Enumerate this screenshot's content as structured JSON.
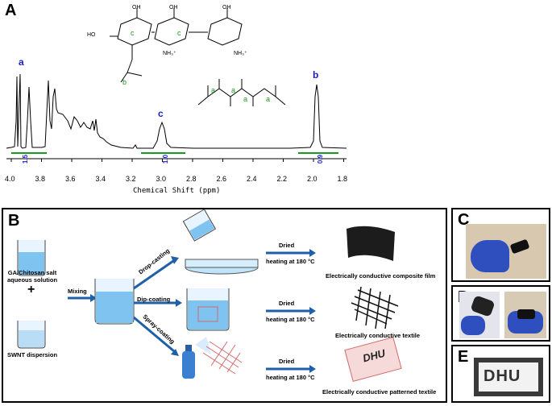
{
  "panelA": {
    "letter": "A",
    "xlabel": "Chemical Shift (ppm)",
    "ticks": [
      "4.0",
      "3.8",
      "3.6",
      "3.4",
      "3.2",
      "3.0",
      "2.8",
      "2.6",
      "2.4",
      "2.2",
      "2.0",
      "1.8"
    ],
    "peak_labels": {
      "a": "a",
      "b": "b",
      "c": "c"
    },
    "integrals": [
      "1.5",
      "1.0",
      "0.9"
    ],
    "struct_labels": {
      "c1": "c",
      "c2": "c",
      "b": "b",
      "a1": "a",
      "a2": "a",
      "a3": "a",
      "a4": "a"
    }
  },
  "panelB": {
    "letter": "B",
    "solution_label": "GA/Chitosan salt\naqueous solution",
    "plus": "+",
    "dispersion_label": "SWNT dispersion",
    "mixing": "Mixing",
    "methods": [
      "Drop-casting",
      "Dip-coating",
      "Spray-coating"
    ],
    "dried": "Dried",
    "heating": "heating at 180 °C",
    "products": [
      "Electrically conductive composite film",
      "Electrically conductive textile",
      "Electrically conductive patterned textile"
    ],
    "textile_text": "DHU"
  },
  "panelC": {
    "letter": "C"
  },
  "panelD": {
    "letter": "D"
  },
  "panelE": {
    "letter": "E",
    "sample_text": "DHU"
  },
  "colors": {
    "blue": "#1f5fa8",
    "green": "#1a9a1a",
    "label_blue": "#1a1acc"
  }
}
